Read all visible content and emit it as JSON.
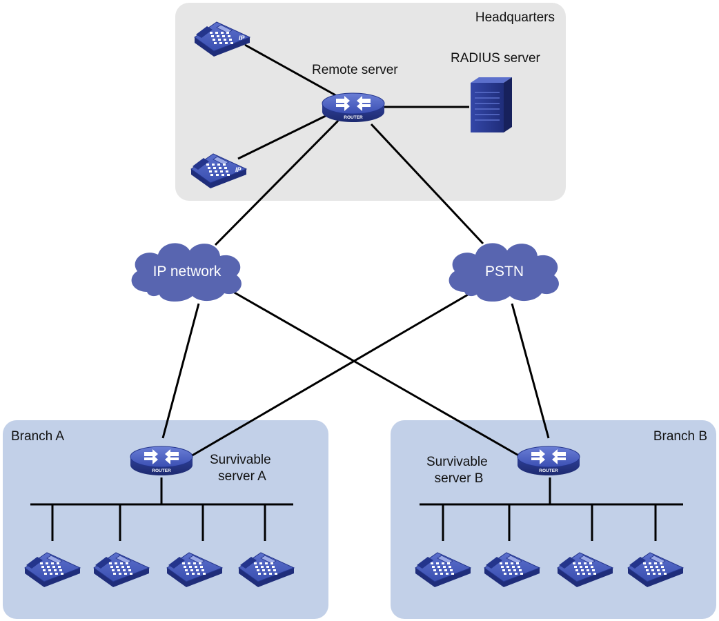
{
  "zones": {
    "headquarters": {
      "label": "Headquarters"
    },
    "branch_a": {
      "label": "Branch A"
    },
    "branch_b": {
      "label": "Branch B"
    }
  },
  "nodes": {
    "remote_server": {
      "label": "Remote server",
      "badge": "ROUTER"
    },
    "radius_server": {
      "label": "RADIUS server"
    },
    "ip_network": {
      "label": "IP network"
    },
    "pstn": {
      "label": "PSTN"
    },
    "survivable_a": {
      "label_line1": "Survivable",
      "label_line2": "server A",
      "badge": "ROUTER"
    },
    "survivable_b": {
      "label_line1": "Survivable",
      "label_line2": "server B",
      "badge": "ROUTER"
    }
  },
  "hq_phones": {
    "badge": "IP",
    "count": 2
  },
  "branch_a_phones": {
    "count": 4
  },
  "branch_b_phones": {
    "count": 4
  },
  "colors": {
    "hq_zone": "#e6e6e6",
    "branch_zone": "#c2d0e8",
    "device_blue": "#3a4fb0",
    "cloud_blue": "#5865b0",
    "link": "#000000"
  }
}
